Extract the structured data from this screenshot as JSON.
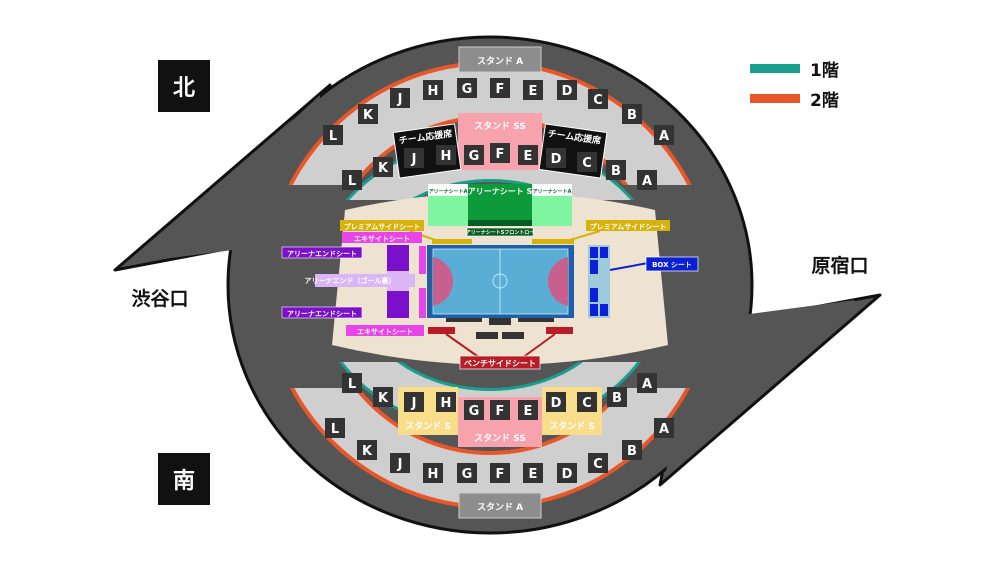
{
  "compass": {
    "north": "北",
    "south": "南"
  },
  "entrances": {
    "west": "渋谷口",
    "east": "原宿口"
  },
  "legend": [
    {
      "label": "1階",
      "color": "#1a9e8c"
    },
    {
      "label": "2階",
      "color": "#e8572a"
    }
  ],
  "stands": {
    "stand_a": "スタンド A",
    "stand_ss": "スタンド SS",
    "stand_s": "スタンド S",
    "team_support": "チーム応援席"
  },
  "blocks_upper_2f": [
    "L",
    "K",
    "J",
    "H",
    "G",
    "F",
    "E",
    "D",
    "C",
    "B",
    "A"
  ],
  "blocks_upper_1f": [
    "L",
    "K",
    "J",
    "H",
    "G",
    "F",
    "E",
    "D",
    "C",
    "B",
    "A"
  ],
  "blocks_lower_1f": [
    "L",
    "K",
    "J",
    "H",
    "G",
    "F",
    "E",
    "D",
    "C",
    "B",
    "A"
  ],
  "blocks_lower_2f": [
    "L",
    "K",
    "J",
    "H",
    "G",
    "F",
    "E",
    "D",
    "C",
    "B",
    "A"
  ],
  "arena": {
    "arena_seat_a": "アリーナシートA",
    "arena_seat_s": "アリーナシート S",
    "arena_seat_s_front": "アリーナシートSフロントロー",
    "premium_side": "プレミアムサイドシート",
    "excite": "エキサイトシート",
    "arena_end": "アリーナエンドシート",
    "arena_end_goal": "アリーナエンド（ゴール裏）",
    "box": "BOX シート",
    "bench_side": "ベンチサイドシート"
  },
  "colors": {
    "outer": "#555555",
    "band": "#cfcfcf",
    "floor": "#ede3d0",
    "court": "#5aaed6",
    "court_border": "#1e5fa8",
    "key": "#c8608e",
    "arena_a": "#7ef59e",
    "arena_s": "#0c9a3a",
    "premium": "#d7b20a",
    "excite": "#e845e8",
    "end": "#7a10cc",
    "end_goal": "#dbb6f5",
    "box": "#0a1fd6",
    "bench": "#b81c26",
    "stand_ss": "#f7a3ae",
    "stand_s": "#f8dd8a",
    "stand_a": "#8d8d8d"
  }
}
